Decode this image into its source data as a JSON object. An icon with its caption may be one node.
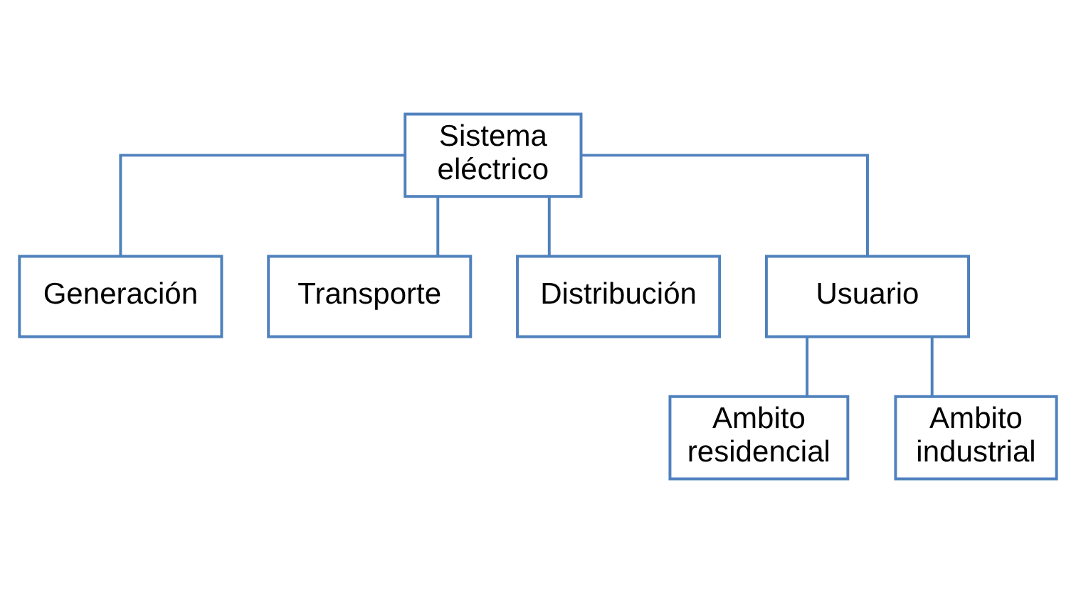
{
  "diagram": {
    "nodes": [
      {
        "text": [
          "Sistema eléctrico"
        ]
      },
      {
        "text": [
          "Generación"
        ]
      },
      {
        "text": [
          "Transporte"
        ]
      },
      {
        "text": [
          "Distribución"
        ]
      },
      {
        "text": [
          "Usuario"
        ]
      },
      {
        "text": [
          "Ambito residencial"
        ]
      },
      {
        "text": [
          "Ambito industrial"
        ]
      }
    ],
    "edges": [
      {
        "from": 0,
        "to": 1,
        "arrow": "none"
      },
      {
        "from": 0,
        "to": 2,
        "arrow": "none"
      },
      {
        "from": 0,
        "to": 3,
        "arrow": "none"
      },
      {
        "from": 0,
        "to": 4,
        "arrow": "none"
      },
      {
        "from": 4,
        "to": 5,
        "arrow": "none"
      },
      {
        "from": 4,
        "to": 6,
        "arrow": "none"
      }
    ]
  }
}
